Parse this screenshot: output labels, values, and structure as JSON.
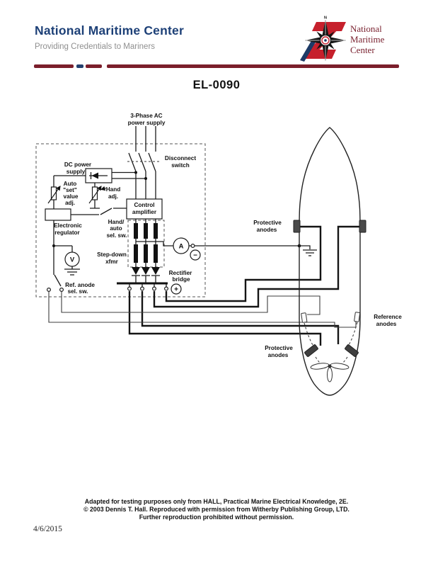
{
  "header": {
    "title": "National Maritime Center",
    "subtitle": "Providing Credentials to Mariners",
    "logo": {
      "line1": "National",
      "line2": "Maritime",
      "line3": "Center",
      "compass_n": "N"
    },
    "colors": {
      "navy": "#1d4077",
      "maroon": "#7b1e2b",
      "logo_red": "#c6202c",
      "gray": "#8f8f8f"
    }
  },
  "document": {
    "code": "EL-0090",
    "date": "4/6/2015"
  },
  "diagram": {
    "labels": {
      "phase_ac_1": "3-Phase AC",
      "phase_ac_2": "power supply",
      "disconnect_1": "Disconnect",
      "disconnect_2": "switch",
      "dc_power_1": "DC power",
      "dc_power_2": "supply",
      "auto_1": "Auto",
      "auto_2": "\"set\"",
      "auto_3": "value",
      "auto_4": "adj.",
      "hand_1": "Hand",
      "hand_2": "adj.",
      "control_1": "Control",
      "control_2": "amplifier",
      "electronic_1": "Electronic",
      "electronic_2": "regulator",
      "hand_auto_1": "Hand/",
      "hand_auto_2": "auto",
      "hand_auto_3": "sel. sw.",
      "step_down_1": "Step-down",
      "step_down_2": "xfmr",
      "rectifier_1": "Rectifier",
      "rectifier_2": "bridge",
      "ref_sw_1": "Ref. anode",
      "ref_sw_2": "sel. sw.",
      "protective_top_1": "Protective",
      "protective_top_2": "anodes",
      "reference_1": "Reference",
      "reference_2": "anodes",
      "protective_bottom_1": "Protective",
      "protective_bottom_2": "anodes",
      "ammeter": "A",
      "voltmeter": "V",
      "plus": "+",
      "minus": "−"
    }
  },
  "footer": {
    "line1": "Adapted for testing purposes only from HALL, Practical Marine Electrical Knowledge, 2E.",
    "line2": "© 2003 Dennis T. Hall. Reproduced with permission from Witherby Publishing Group, LTD.",
    "line3": "Further reproduction prohibited without permission."
  }
}
